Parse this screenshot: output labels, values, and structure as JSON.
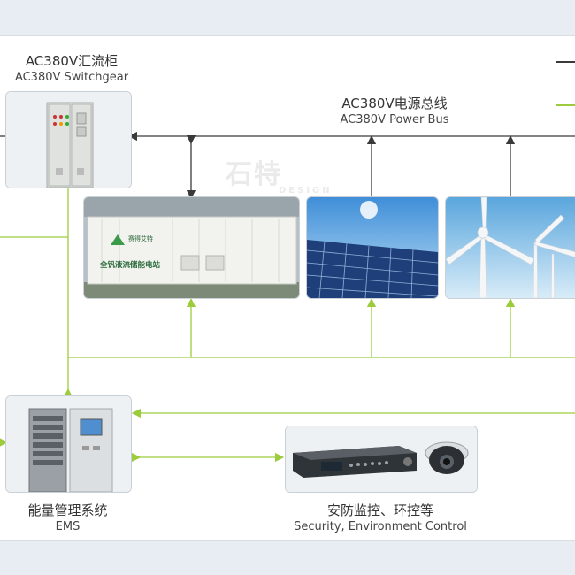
{
  "switchgear": {
    "title_zh": "AC380V汇流柜",
    "title_en": "AC380V Switchgear"
  },
  "power_bus": {
    "title_zh": "AC380V电源总线",
    "title_en": "AC380V Power Bus"
  },
  "ems": {
    "title_zh": "能量管理系统",
    "title_en": "EMS"
  },
  "security": {
    "title_zh": "安防监控、环控等",
    "title_en": "Security, Environment Control"
  },
  "battery": {
    "logo_text": "赛得艾特",
    "sign_text": "全钒液流储能电站"
  },
  "watermark": {
    "text": "石特",
    "sub": "DESIGN"
  },
  "colors": {
    "power_line": "#3a3a3a",
    "control_line": "#9ccc3c",
    "band": "#e8edf3"
  }
}
